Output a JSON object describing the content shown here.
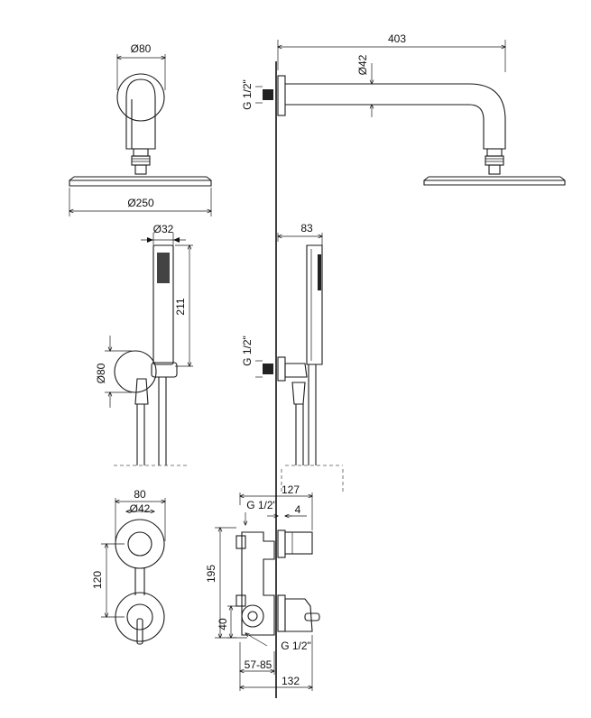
{
  "drawing": {
    "overhead": {
      "rose_dia": "Ø80",
      "head_dia": "Ø250",
      "reach": "403",
      "arm_dia": "Ø42",
      "thread": "G 1/2\""
    },
    "hand": {
      "handle_dia": "Ø32",
      "length": "211",
      "holder_dia": "Ø80",
      "offset": "83",
      "thread": "G 1/2\""
    },
    "mixer": {
      "width": "80",
      "rose_dia": "Ø42",
      "spacing": "120",
      "depth_top": "127",
      "thread_top": "G 1/2\"",
      "rose_depth": "4",
      "height": "195",
      "height_low": "40",
      "thread_bottom": "G 1/2\"",
      "install_depth": "57-85",
      "depth_bottom": "132"
    }
  }
}
